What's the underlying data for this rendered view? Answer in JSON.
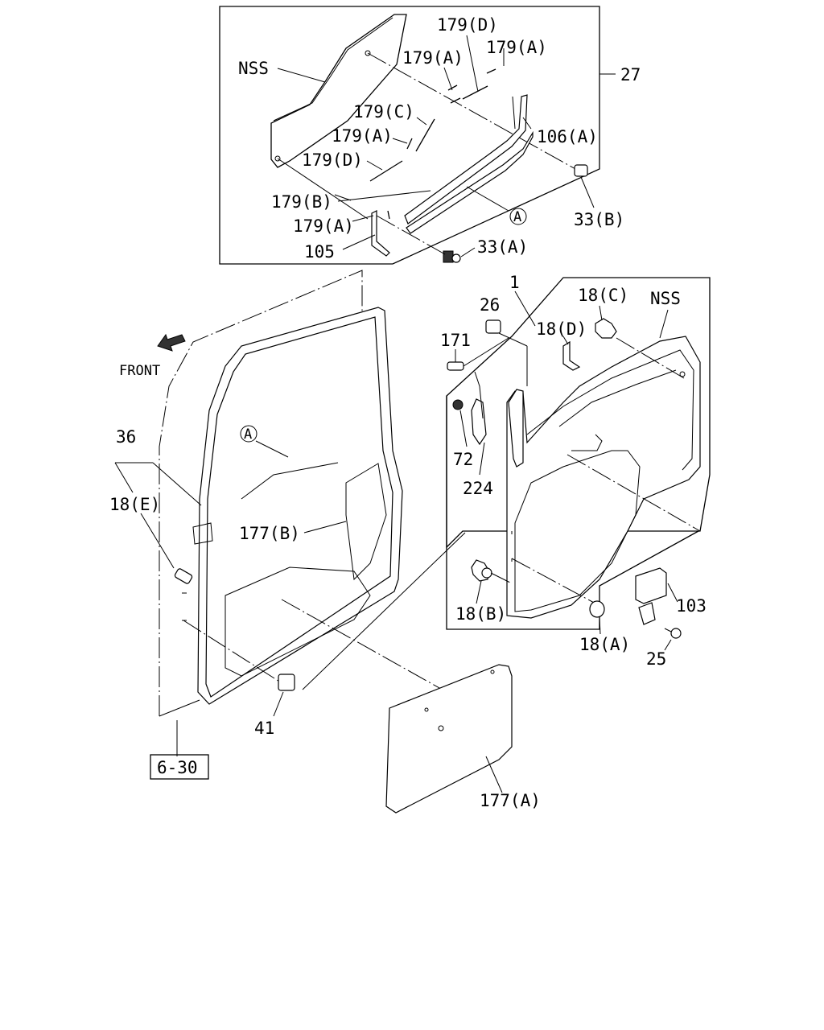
{
  "labels": {
    "nss_top": "NSS",
    "p179d_top": "179(D)",
    "p179a_1": "179(A)",
    "p179a_2": "179(A)",
    "p27": "27",
    "p179c": "179(C)",
    "p106a": "106(A)",
    "p179a_3": "179(A)",
    "p179d_2": "179(D)",
    "p179b": "179(B)",
    "circle_a_top": "A",
    "p33b": "33(B)",
    "p179a_4": "179(A)",
    "p33a": "33(A)",
    "p105": "105",
    "p1": "1",
    "p26": "26",
    "p18c": "18(C)",
    "nss_right": "NSS",
    "p18d": "18(D)",
    "p171": "171",
    "front": "FRONT",
    "p72": "72",
    "p224": "224",
    "p36": "36",
    "circle_a_left": "A",
    "p18e": "18(E)",
    "p177b": "177(B)",
    "p18b": "18(B)",
    "p18a": "18(A)",
    "p103": "103",
    "p25": "25",
    "p41": "41",
    "p630": "6-30",
    "p177a": "177(A)"
  }
}
